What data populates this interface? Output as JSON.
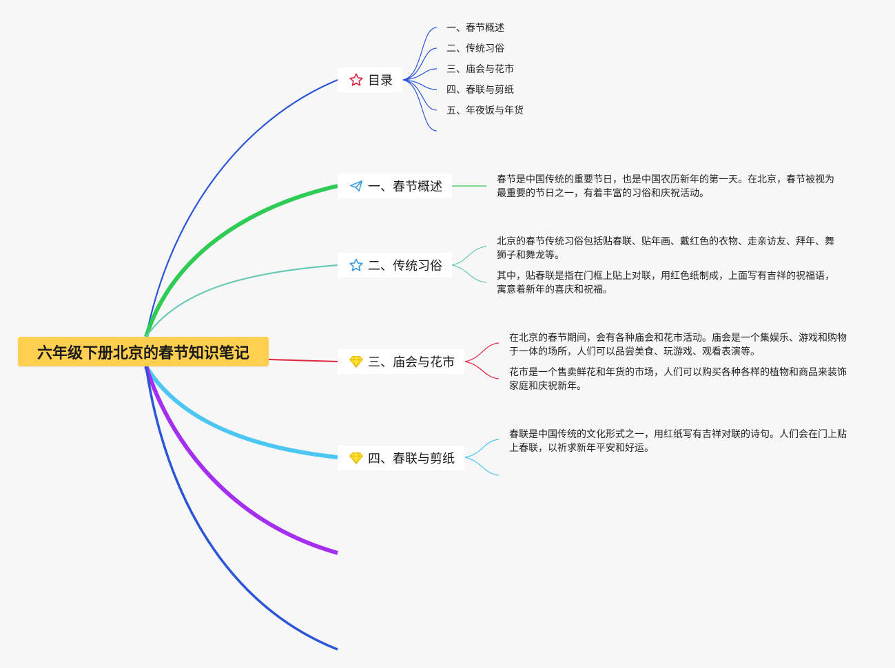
{
  "root": {
    "title": "六年级下册北京的春节知识笔记"
  },
  "colors": {
    "root_fill": "#ffcf4f",
    "toc": "#2a55d9",
    "sec1": "#2fcc55",
    "sec2": "#6ac8b8",
    "sec3": "#e0243f",
    "sec4": "#4cc6f2",
    "empty1": "#a42ff0",
    "empty2": "#2a55d9"
  },
  "toc": {
    "label": "目录",
    "icon": "star-outline-icon",
    "items": [
      "一、春节概述",
      "二、传统习俗",
      "三、庙会与花市",
      "四、春联与剪纸",
      "五、年夜饭与年货"
    ]
  },
  "sections": [
    {
      "label": "一、春节概述",
      "icon": "paper-plane-icon",
      "notes": [
        [
          "春节是中国传统的重要节日，也是中国农历新年的第一天。在北京，春节被视为",
          "最重要的节日之一，有着丰富的习俗和庆祝活动。"
        ]
      ]
    },
    {
      "label": "二、传统习俗",
      "icon": "star-outline-icon",
      "notes": [
        [
          "北京的春节传统习俗包括贴春联、贴年画、戴红色的衣物、走亲访友、拜年、舞",
          "狮子和舞龙等。"
        ],
        [
          "其中，贴春联是指在门框上贴上对联，用红色纸制成，上面写有吉祥的祝福语，",
          "寓意着新年的喜庆和祝福。"
        ]
      ]
    },
    {
      "label": "三、庙会与花市",
      "icon": "diamond-icon",
      "notes": [
        [
          "在北京的春节期间，会有各种庙会和花市活动。庙会是一个集娱乐、游戏和购物",
          "于一体的场所，人们可以品尝美食、玩游戏、观看表演等。"
        ],
        [
          "花市是一个售卖鲜花和年货的市场，人们可以购买各种各样的植物和商品来装饰",
          "家庭和庆祝新年。"
        ]
      ]
    },
    {
      "label": "四、春联与剪纸",
      "icon": "diamond-icon",
      "notes": [
        [
          "春联是中国传统的文化形式之一，用红纸写有吉祥对联的诗句。人们会在门上贴",
          "上春联，以祈求新年平安和好运。"
        ]
      ]
    }
  ]
}
